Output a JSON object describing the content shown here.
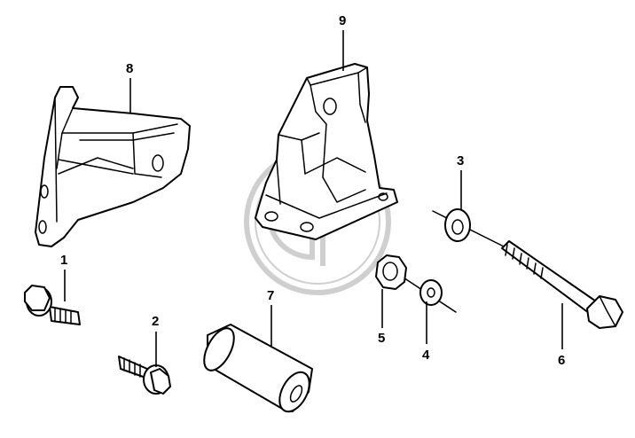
{
  "callouts": {
    "c1": "1",
    "c2": "2",
    "c3": "3",
    "c4": "4",
    "c5": "5",
    "c6": "6",
    "c7": "7",
    "c8": "8",
    "c9": "9"
  },
  "colors": {
    "line": "#000000",
    "background": "#ffffff",
    "watermark": "#cfcfcf"
  },
  "icons": {
    "watermark": "gp-logo-watermark"
  }
}
